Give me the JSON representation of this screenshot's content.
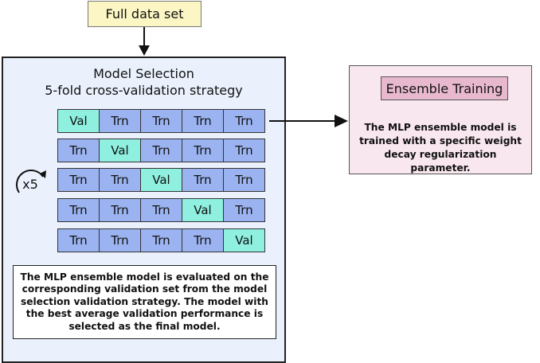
{
  "full_data": {
    "label": "Full data set"
  },
  "model_selection": {
    "title": "Model Selection",
    "subtitle": "5-fold cross-validation strategy",
    "repeat_label": "x5",
    "folds": [
      [
        "Val",
        "Trn",
        "Trn",
        "Trn",
        "Trn"
      ],
      [
        "Trn",
        "Val",
        "Trn",
        "Trn",
        "Trn"
      ],
      [
        "Trn",
        "Trn",
        "Val",
        "Trn",
        "Trn"
      ],
      [
        "Trn",
        "Trn",
        "Trn",
        "Val",
        "Trn"
      ],
      [
        "Trn",
        "Trn",
        "Trn",
        "Trn",
        "Val"
      ]
    ],
    "description": "The MLP ensemble model is evaluated on the corresponding validation set from the model selection validation strategy. The model with the best average validation performance is selected as the final model."
  },
  "ensemble_training": {
    "title": "Ensemble Training",
    "description": "The MLP ensemble model is trained with a specific weight decay regularization parameter."
  },
  "colors": {
    "full_data_fill": "#fbf6c4",
    "model_box_fill": "#eaf1fc",
    "train_fill": "#9bb3f0",
    "val_fill": "#8ff0e0",
    "ensemble_box_fill": "#f9e7ef",
    "ensemble_title_fill": "#e8b9ce"
  }
}
